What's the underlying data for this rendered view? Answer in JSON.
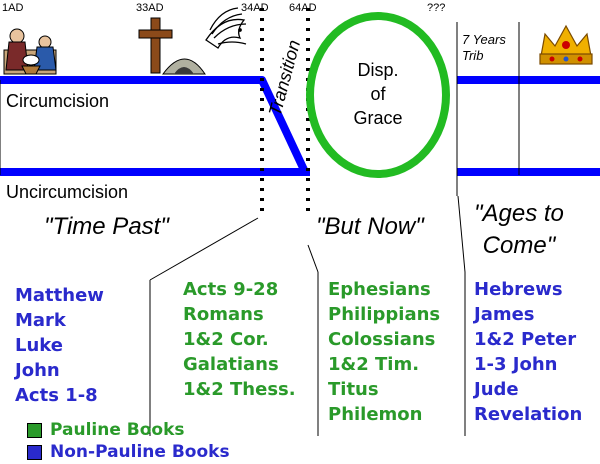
{
  "timeline": {
    "years": [
      "1AD",
      "33AD",
      "34AD",
      "64AD",
      "???"
    ],
    "transition_label": "Transition",
    "tribulation_label": "7 Years\nTrib",
    "grace_circle_label": "Disp.\nof\nGrace"
  },
  "tracks": {
    "circumcision": "Circumcision",
    "uncircumcision": "Uncircumcision"
  },
  "eras": {
    "time_past": "\"Time Past\"",
    "but_now": "\"But Now\"",
    "ages_to_come": "\"Ages to\nCome\""
  },
  "book_columns": [
    {
      "type": "non-pauline",
      "books": [
        "Matthew",
        "Mark",
        "Luke",
        "John",
        "Acts 1-8"
      ]
    },
    {
      "type": "pauline",
      "books": [
        "Acts 9-28",
        "Romans",
        "1&2 Cor.",
        "Galatians",
        "1&2 Thess."
      ]
    },
    {
      "type": "pauline",
      "books": [
        "Ephesians",
        "Philippians",
        "Colossians",
        "1&2 Tim.",
        "Titus",
        "Philemon"
      ]
    },
    {
      "type": "non-pauline",
      "books": [
        "Hebrews",
        "James",
        "1&2 Peter",
        "1-3 John",
        "Jude",
        "Revelation"
      ]
    }
  ],
  "legend": {
    "pauline": "Pauline Books",
    "non_pauline": "Non-Pauline Books"
  },
  "colors": {
    "pauline": "#2a9a2a",
    "non_pauline": "#2a2acc",
    "track_line": "#0000ff",
    "grace_circle": "#22bb22"
  },
  "icons": [
    "nativity-icon",
    "cross-tomb-icon",
    "dove-icon",
    "crown-icon"
  ]
}
